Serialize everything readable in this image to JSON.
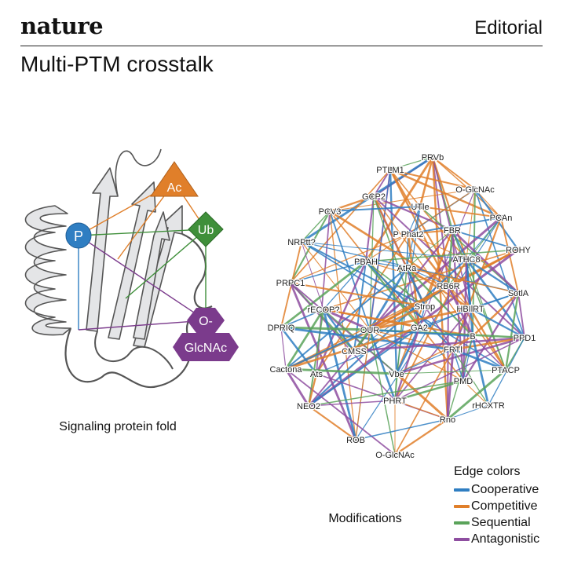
{
  "header": {
    "masthead": "nature",
    "section": "Editorial",
    "title": "Multi-PTM crosstalk"
  },
  "protein_panel": {
    "caption": "Signaling protein fold",
    "modifications": [
      {
        "label": "P",
        "shape": "circle",
        "color": "#2f7ec2"
      },
      {
        "label": "Ac",
        "shape": "triangle",
        "color": "#e07f2a"
      },
      {
        "label": "Ub",
        "shape": "diamond",
        "color": "#3f8f3a"
      },
      {
        "label": "O-\nGlcNAc",
        "shape": "hexagon",
        "color": "#7b3b8c"
      }
    ]
  },
  "network": {
    "caption": "Modifications",
    "nodes": [
      "PRVb",
      "PTLM1",
      "O-GlcNAc",
      "GCP2",
      "UTle",
      "PCV3",
      "PCAn",
      "P Phat2",
      "FBR",
      "NRPtt?",
      "ROHY",
      "PBAH",
      "ATHC8",
      "AtRa",
      "PRPC1",
      "RB6R",
      "SotlA",
      "rECOP?",
      "Strop",
      "HBIlRT",
      "DPRIQ",
      "OUR",
      "GA2",
      "PPD1",
      "B",
      "CMSS",
      "FRTl",
      "Cactona",
      "Ats",
      "Vbe",
      "PTACP",
      "PMD",
      "NEO2",
      "PHRT",
      "rHCXTR",
      "Rno",
      "ROB",
      "O-GlcNAc"
    ]
  },
  "legend": {
    "title": "Edge colors",
    "items": [
      {
        "label": "Cooperative",
        "color": "#2f7ec2"
      },
      {
        "label": "Competitive",
        "color": "#e07f2a"
      },
      {
        "label": "Sequential",
        "color": "#5aa35a"
      },
      {
        "label": "Antagonistic",
        "color": "#8e4ea0"
      }
    ]
  }
}
